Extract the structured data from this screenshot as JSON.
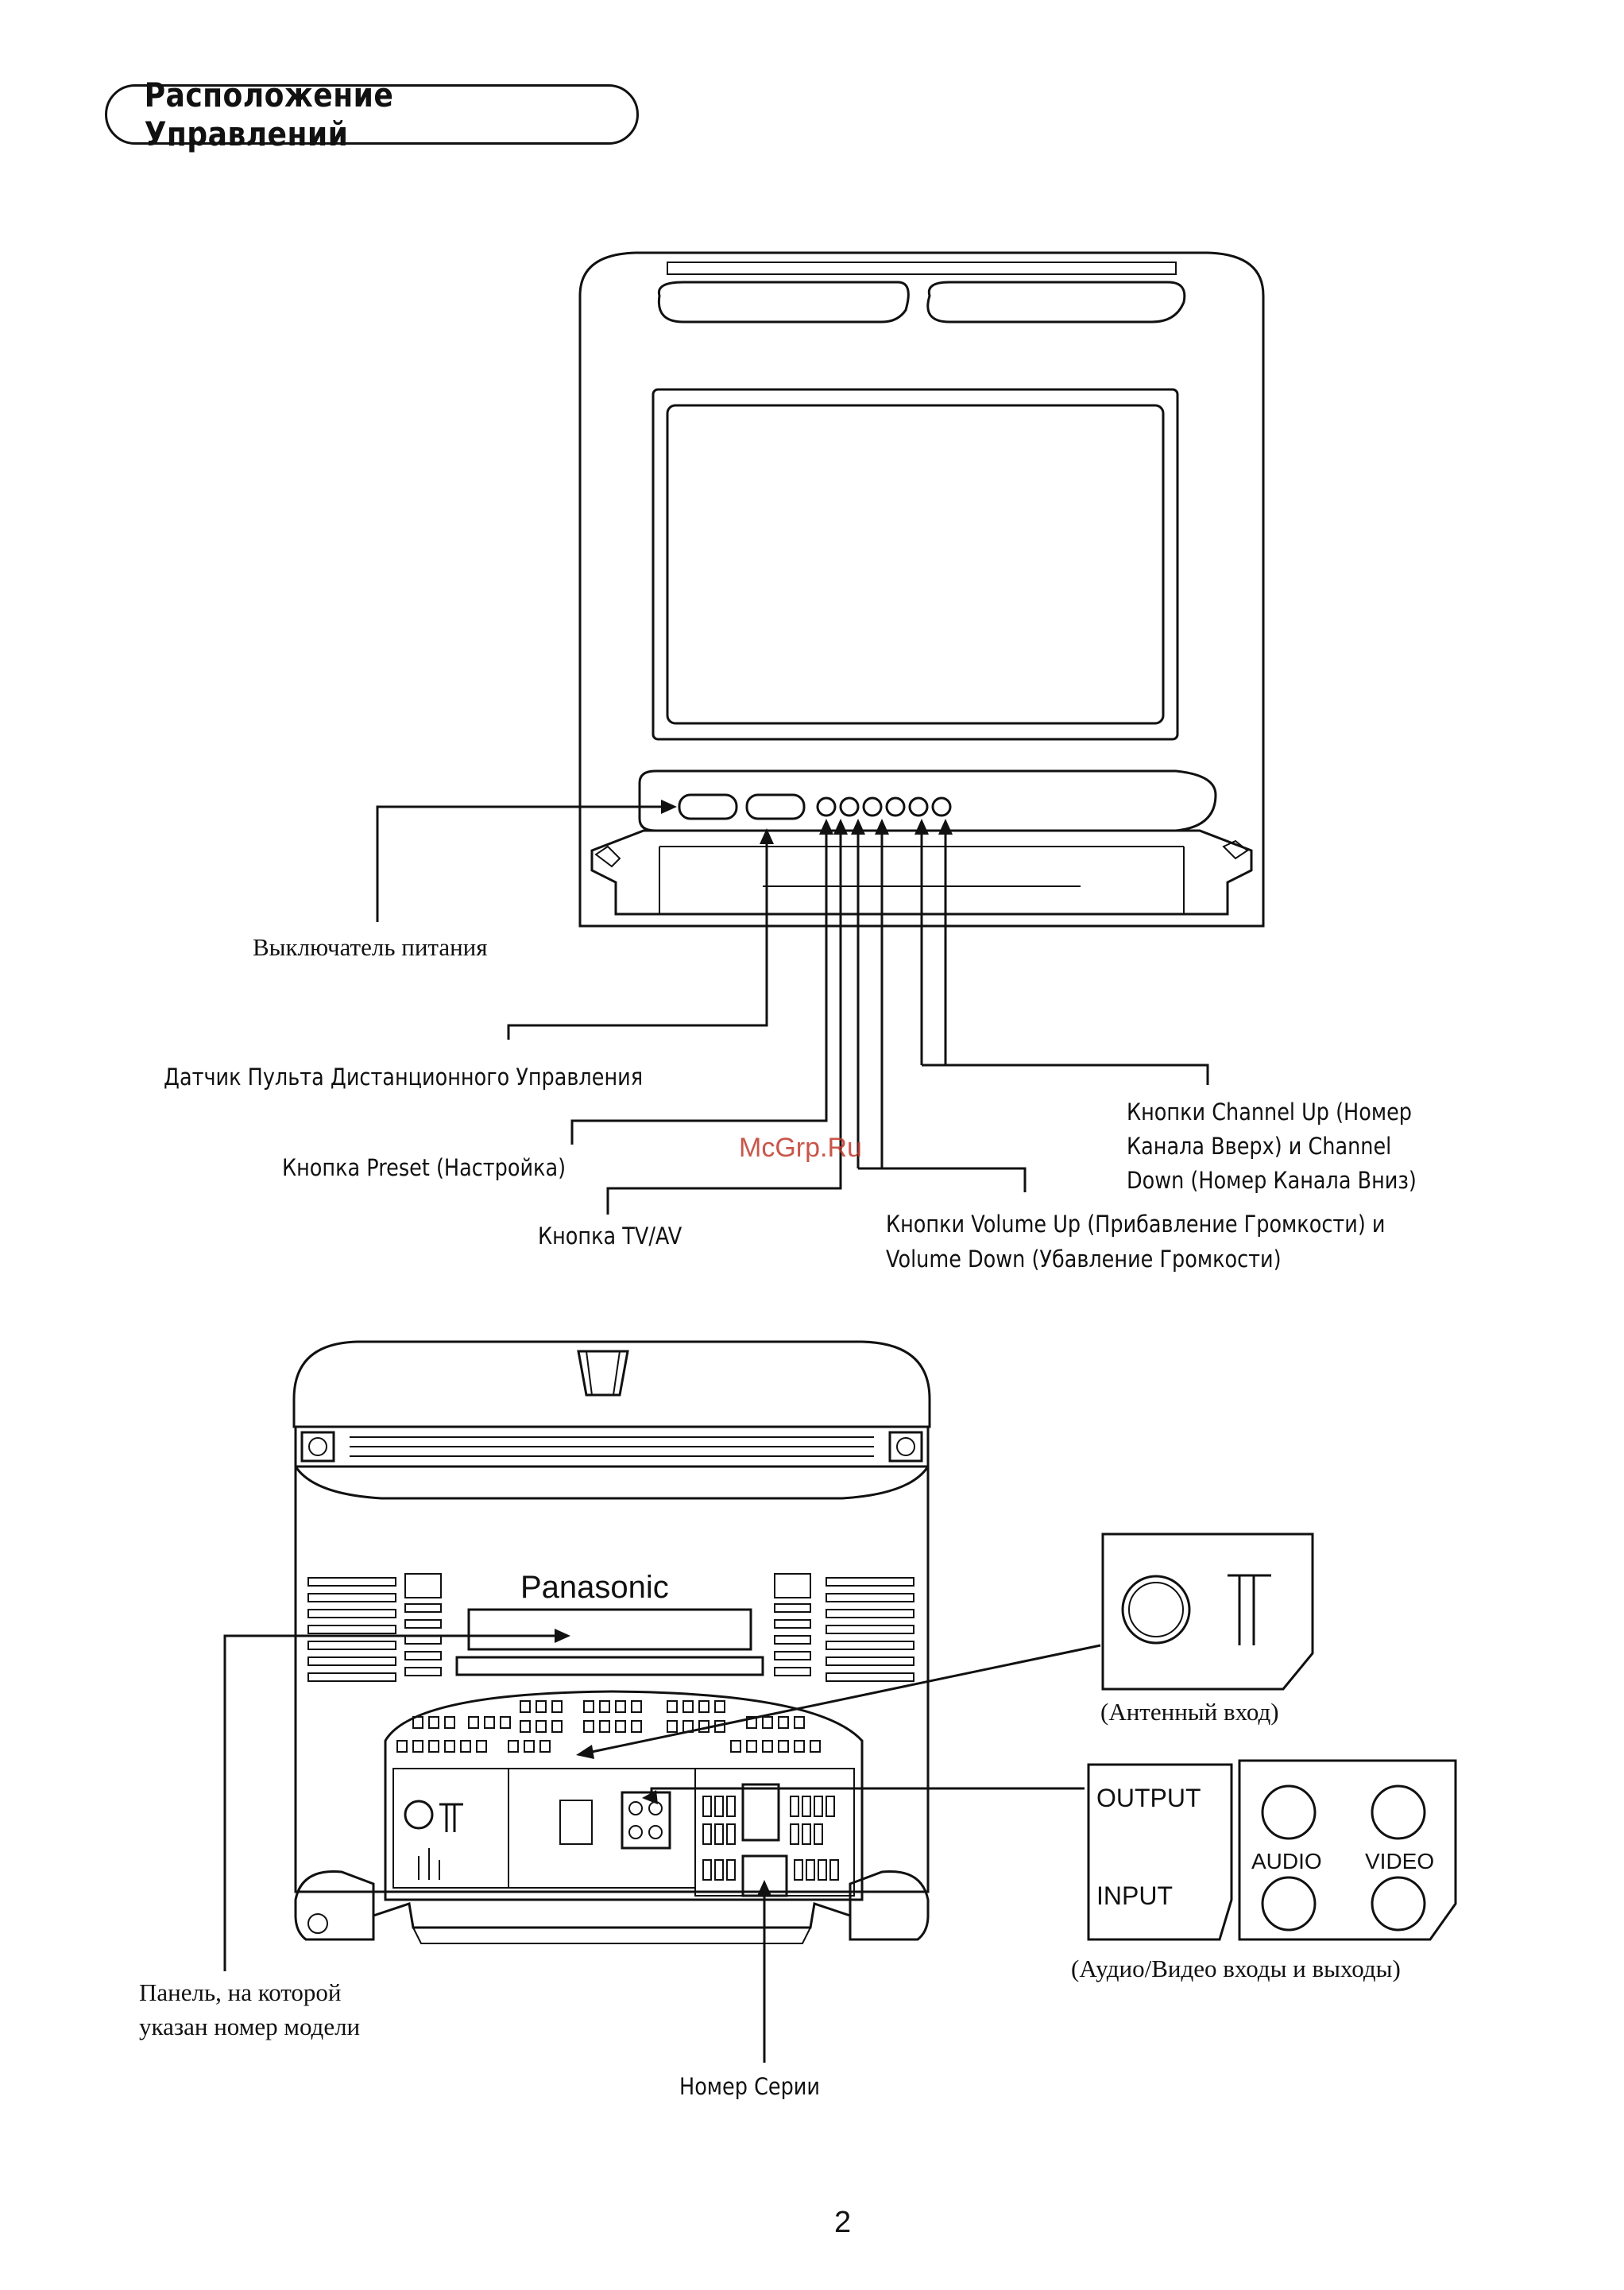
{
  "title": "Расположение Управлений",
  "watermark": "McGrp.Ru",
  "page_number": "2",
  "front_labels": {
    "power_switch": "Выключатель питания",
    "remote_sensor": "Датчик Пульта Дистанционного Управления",
    "preset_button": "Кнопка Preset (Настройка)",
    "tvav_button": "Кнопка TV/AV",
    "channel_line1": "Кнопки Channel Up (Номер",
    "channel_line2": "Канала Вверх) и Channel",
    "channel_line3": "Down (Номер Канала Вниз)",
    "volume_line1": "Кнопки Volume Up (Прибавление Громкости) и",
    "volume_line2": "Volume Down (Убавление Громкости)"
  },
  "rear_labels": {
    "brand": "Panasonic",
    "model_panel_line1": "Панель, на которой",
    "model_panel_line2": "указан номер модели",
    "serial_number": "Номер Серии",
    "antenna_input": "(Антенный вход)",
    "av_io": "(Аудио/Видео входы и выходы)",
    "output": "OUTPUT",
    "input": "INPUT",
    "audio": "AUDIO",
    "video": "VIDEO"
  }
}
